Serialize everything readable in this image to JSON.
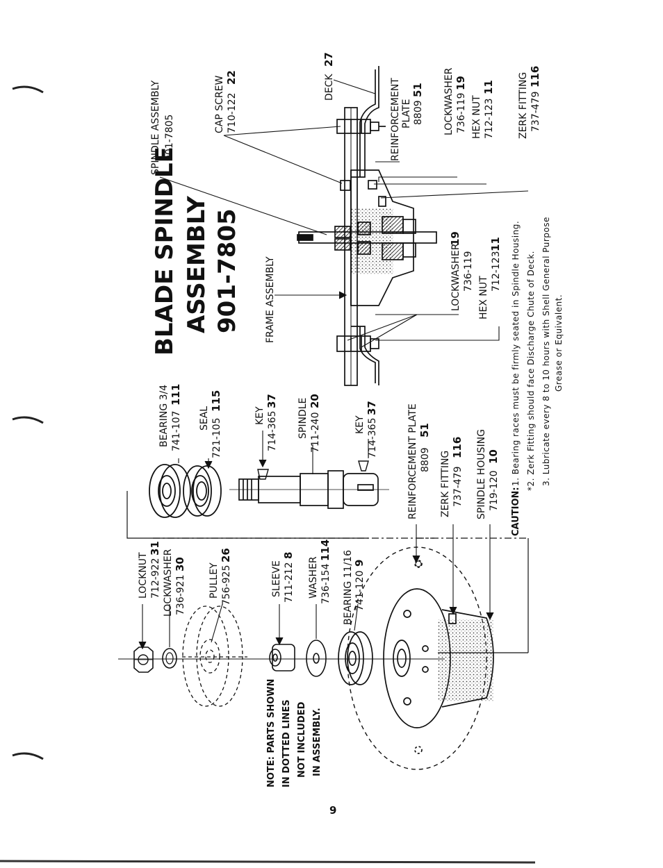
{
  "title": {
    "line1": "BLADE SPINDLE",
    "line2": "ASSEMBLY",
    "line3": "901-7805"
  },
  "note": {
    "line1": "NOTE: PARTS SHOWN",
    "line2": "IN DOTTED LINES",
    "line3": "NOT INCLUDED",
    "line4": "IN ASSEMBLY."
  },
  "page_number": "9",
  "caution": {
    "label": "CAUTION:",
    "line1": "1. Bearing races must be firmly seated in Spindle Housing.",
    "line2": "*2. Zerk Fitting should face Discharge Chute of Deck.",
    "line3": "3. Lubricate every 8 to 10 hours with Shell General Purpose",
    "line4": "Grease or Equivalent."
  },
  "parts": {
    "locknut": {
      "name": "LOCKNUT",
      "num": "712-922",
      "ref": "31"
    },
    "lockwasher_top": {
      "name": "LOCKWASHER",
      "num": "736-921",
      "ref": "30"
    },
    "pulley": {
      "name": "PULLEY",
      "num": "756-925",
      "ref": "26"
    },
    "sleeve": {
      "name": "SLEEVE",
      "num": "711-212",
      "ref": "8"
    },
    "washer": {
      "name": "WASHER",
      "num": "736-154",
      "ref": "114"
    },
    "bearing_small": {
      "name": "BEARING 11/16",
      "num": "741-120",
      "ref": "9"
    },
    "bearing_large": {
      "name": "BEARING 3/4",
      "num": "741-107",
      "ref": "111"
    },
    "seal": {
      "name": "SEAL",
      "num": "721-105",
      "ref": "115"
    },
    "key1": {
      "name": "KEY",
      "num": "714-365",
      "ref": "37"
    },
    "spindle": {
      "name": "SPINDLE",
      "num": "711-240",
      "ref": "20"
    },
    "key2": {
      "name": "KEY",
      "num": "714-365",
      "ref": "37"
    },
    "reinf_plate_left": {
      "name": "REINFORCEMENT PLATE",
      "num": "8809",
      "ref": "51"
    },
    "zerk_left": {
      "name": "ZERK FITTING",
      "num": "737-479",
      "ref": "116"
    },
    "spindle_housing": {
      "name": "SPINDLE HOUSING",
      "num": "719-120",
      "ref": "10"
    },
    "frame_assembly": {
      "name": "FRAME ASSEMBLY"
    },
    "lockwasher_mid": {
      "name": "LOCKWASHER",
      "num": "736-119",
      "ref": "19"
    },
    "hexnut_mid": {
      "name": "HEX NUT",
      "num": "712-123",
      "ref": "11"
    },
    "spindle_assembly": {
      "name": "SPINDLE ASSEMBLY",
      "num": "901-7805"
    },
    "cap_screw": {
      "name": "CAP SCREW",
      "num": "710-122",
      "ref": "22"
    },
    "deck": {
      "name": "DECK",
      "ref": "27"
    },
    "reinf_plate_right": {
      "name": "REINFORCEMENT",
      "name2": "PLATE",
      "num": "8809",
      "ref": "51"
    },
    "lockwasher_right": {
      "name": "LOCKWASHER",
      "num": "736-119",
      "ref": "19"
    },
    "hexnut_right": {
      "name": "HEX NUT",
      "num": "712-123",
      "ref": "11"
    },
    "zerk_right": {
      "name": "ZERK FITTING",
      "num": "737-479",
      "ref": "116"
    }
  }
}
